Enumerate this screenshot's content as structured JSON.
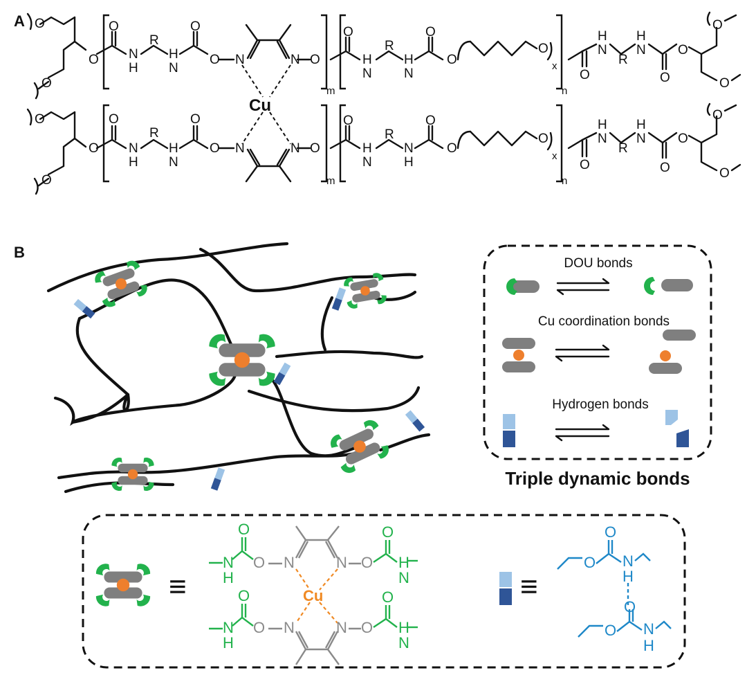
{
  "panels": {
    "a_letter": "A",
    "b_letter": "B"
  },
  "chem_a": {
    "O": "O",
    "N": "N",
    "H": "H",
    "R": "R",
    "cu": "Cu",
    "sub_m": "m",
    "sub_n": "n",
    "sub_x": "x"
  },
  "legend": {
    "dou_label": "DOU bonds",
    "cu_label": "Cu coordination bonds",
    "hbond_label": "Hydrogen bonds",
    "title": "Triple dynamic bonds"
  },
  "key": {
    "equiv": "≡",
    "cu": "Cu",
    "O": "O",
    "N": "N",
    "H": "H"
  },
  "colors": {
    "green": "#22b24c",
    "gray": "#8a8a8a",
    "orange": "#f08a24",
    "blue": "#1e88c8",
    "dark_blue": "#2f5597",
    "light_blue": "#9dc3e6"
  }
}
